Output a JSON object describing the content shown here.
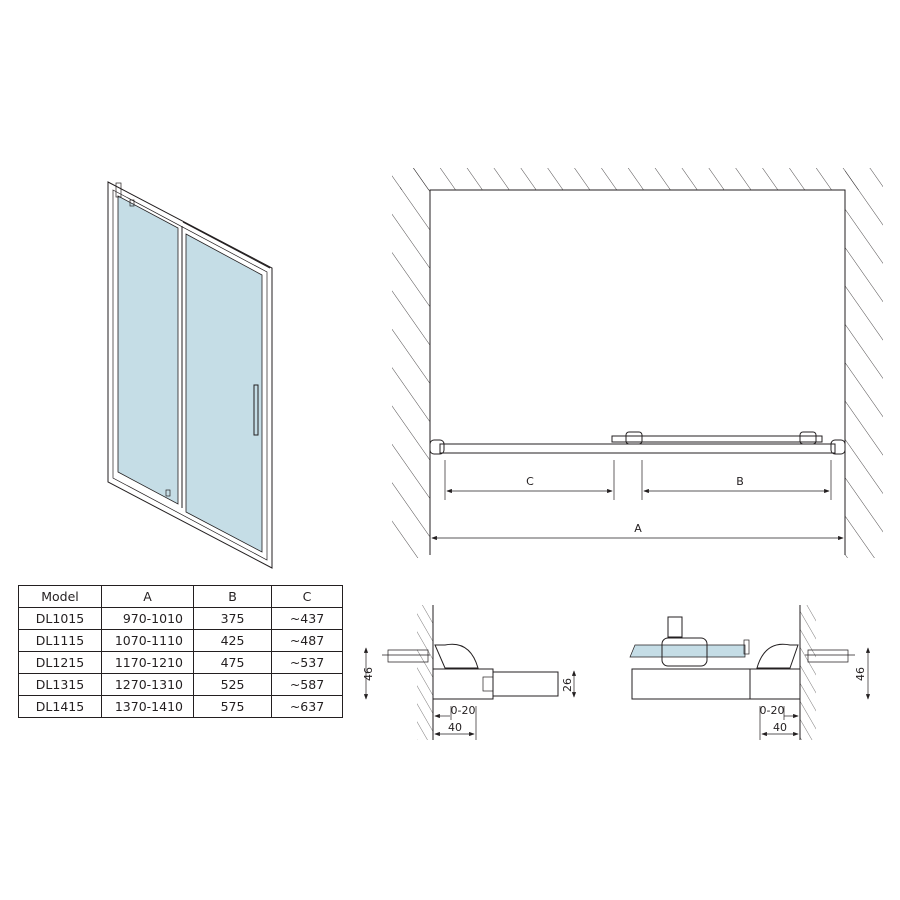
{
  "plan": {
    "label_a": "A",
    "label_b": "B",
    "label_c": "C"
  },
  "sections": {
    "left": {
      "height": "46",
      "profile": "26",
      "adjust": "0-20",
      "depth": "40"
    },
    "right": {
      "height": "46",
      "adjust": "0-20",
      "depth": "40"
    }
  },
  "table": {
    "headers": [
      "Model",
      "A",
      "B",
      "C"
    ],
    "rows": [
      [
        "DL1015",
        "970-1010",
        "375",
        "~437"
      ],
      [
        "DL1115",
        "1070-1110",
        "425",
        "~487"
      ],
      [
        "DL1215",
        "1170-1210",
        "475",
        "~537"
      ],
      [
        "DL1315",
        "1270-1310",
        "525",
        "~587"
      ],
      [
        "DL1415",
        "1370-1410",
        "575",
        "~637"
      ]
    ]
  },
  "colors": {
    "glass": "#c5dde6",
    "line": "#231f20"
  }
}
